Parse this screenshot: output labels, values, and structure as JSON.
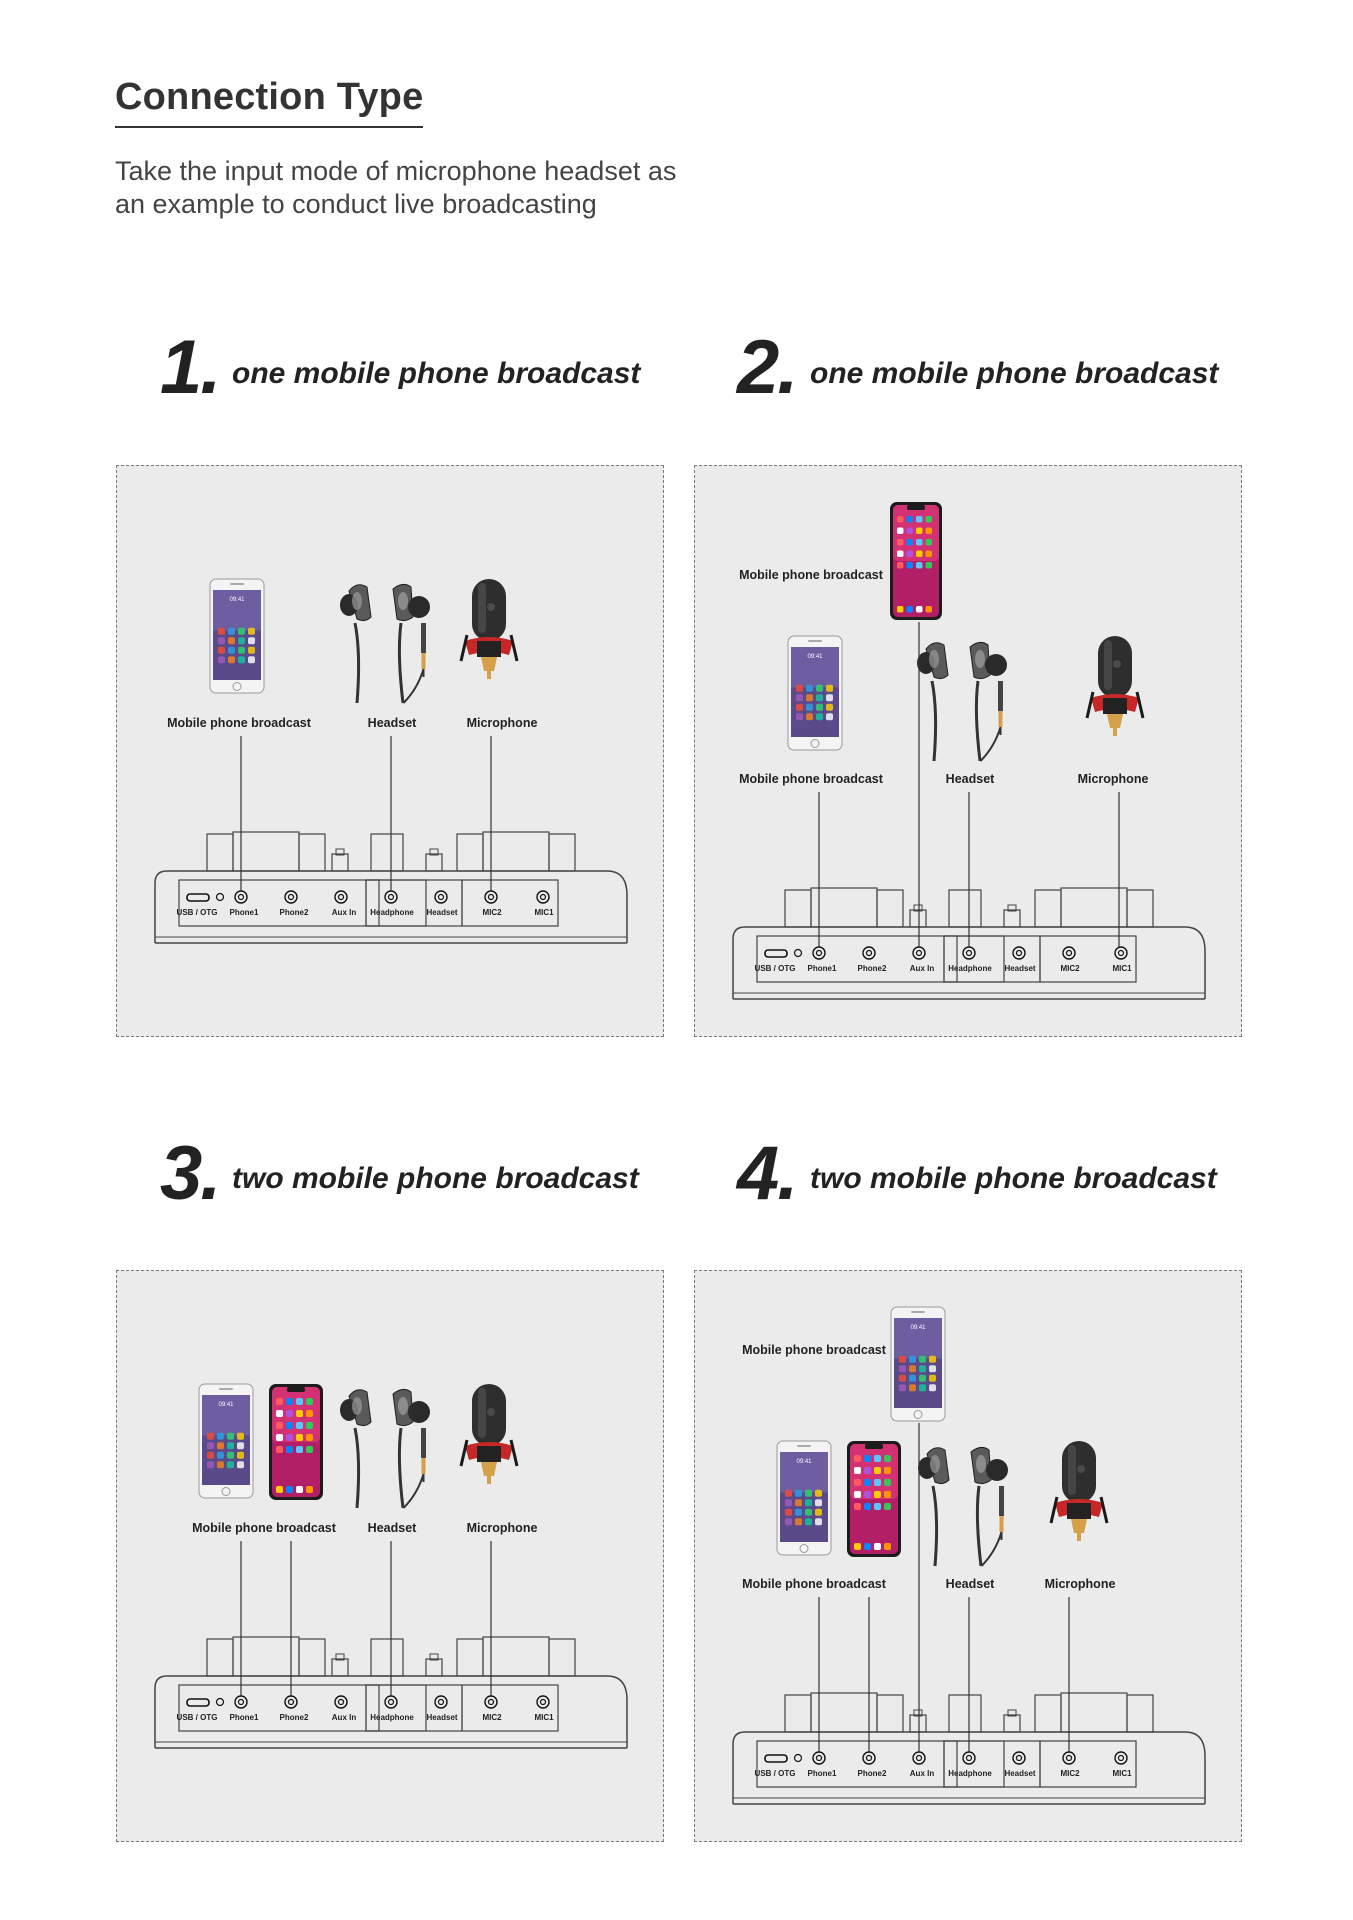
{
  "page": {
    "title": "Connection Type",
    "subtitle_line1": "Take the input mode of microphone headset as",
    "subtitle_line2": "an example to conduct live broadcasting"
  },
  "ports": {
    "usb": "USB / OTG",
    "phone1": "Phone1",
    "phone2": "Phone2",
    "aux": "Aux In",
    "headphone": "Headphone",
    "headset": "Headset",
    "mic2": "MIC2",
    "mic1": "MIC1"
  },
  "phone_screen_time": "09:41",
  "sections": [
    {
      "number": "1.",
      "title": "one mobile phone broadcast",
      "labels": {
        "mobile": "Mobile phone broadcast",
        "headset": "Headset",
        "microphone": "Microphone"
      }
    },
    {
      "number": "2.",
      "title": "one mobile phone broadcast",
      "labels": {
        "mobile_top": "Mobile phone broadcast",
        "mobile": "Mobile phone broadcast",
        "headset": "Headset",
        "microphone": "Microphone"
      }
    },
    {
      "number": "3.",
      "title": "two mobile phone broadcast",
      "labels": {
        "mobile": "Mobile phone broadcast",
        "headset": "Headset",
        "microphone": "Microphone"
      }
    },
    {
      "number": "4.",
      "title": "two mobile phone broadcast",
      "labels": {
        "mobile_top": "Mobile phone broadcast",
        "mobile": "Mobile phone broadcast",
        "headset": "Headset",
        "microphone": "Microphone"
      }
    }
  ],
  "colors": {
    "panel_bg": "#ebebeb",
    "ink": "#222222",
    "mic_accent": "#c62828",
    "mic_connector": "#d4a04a"
  }
}
